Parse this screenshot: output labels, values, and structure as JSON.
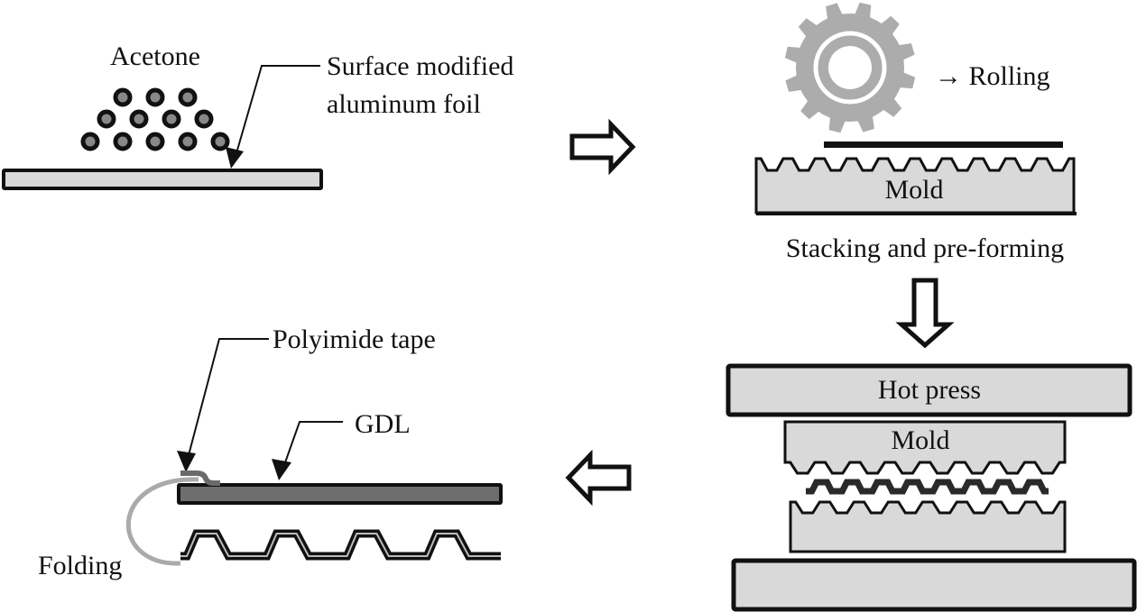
{
  "diagram": {
    "title": "Process flow for forming aluminum foil bipolar plate with GDL",
    "steps": [
      {
        "id": "step-1",
        "labels": {
          "solvent": "Acetone",
          "foil_line1": "Surface modified",
          "foil_line2": "aluminum foil"
        },
        "particles_per_row": [
          3,
          4,
          5
        ]
      },
      {
        "id": "step-2",
        "labels": {
          "roller": "→ Rolling",
          "mold": "Mold",
          "caption": "Stacking and pre-forming"
        },
        "mold_teeth": 10
      },
      {
        "id": "step-3",
        "labels": {
          "press": "Hot press",
          "mold": "Mold"
        },
        "mold_teeth": 8
      },
      {
        "id": "step-4",
        "labels": {
          "tape": "Polyimide tape",
          "gdl": "GDL",
          "fold": "Folding"
        },
        "channel_count": 4
      }
    ],
    "arrows": [
      {
        "from": "step-1",
        "to": "step-2",
        "direction": "right"
      },
      {
        "from": "step-2",
        "to": "step-3",
        "direction": "down"
      },
      {
        "from": "step-3",
        "to": "step-4",
        "direction": "left"
      }
    ],
    "colors": {
      "outline": "#111111",
      "mold_fill": "#d9d9d9",
      "foil_fill": "#d9d9d9",
      "gear": "#acacac",
      "particle_core": "#888888",
      "gdl_fill": "#6e6e6e",
      "fold_line": "#aaaaaa",
      "tape": "#6a6a6a"
    }
  }
}
